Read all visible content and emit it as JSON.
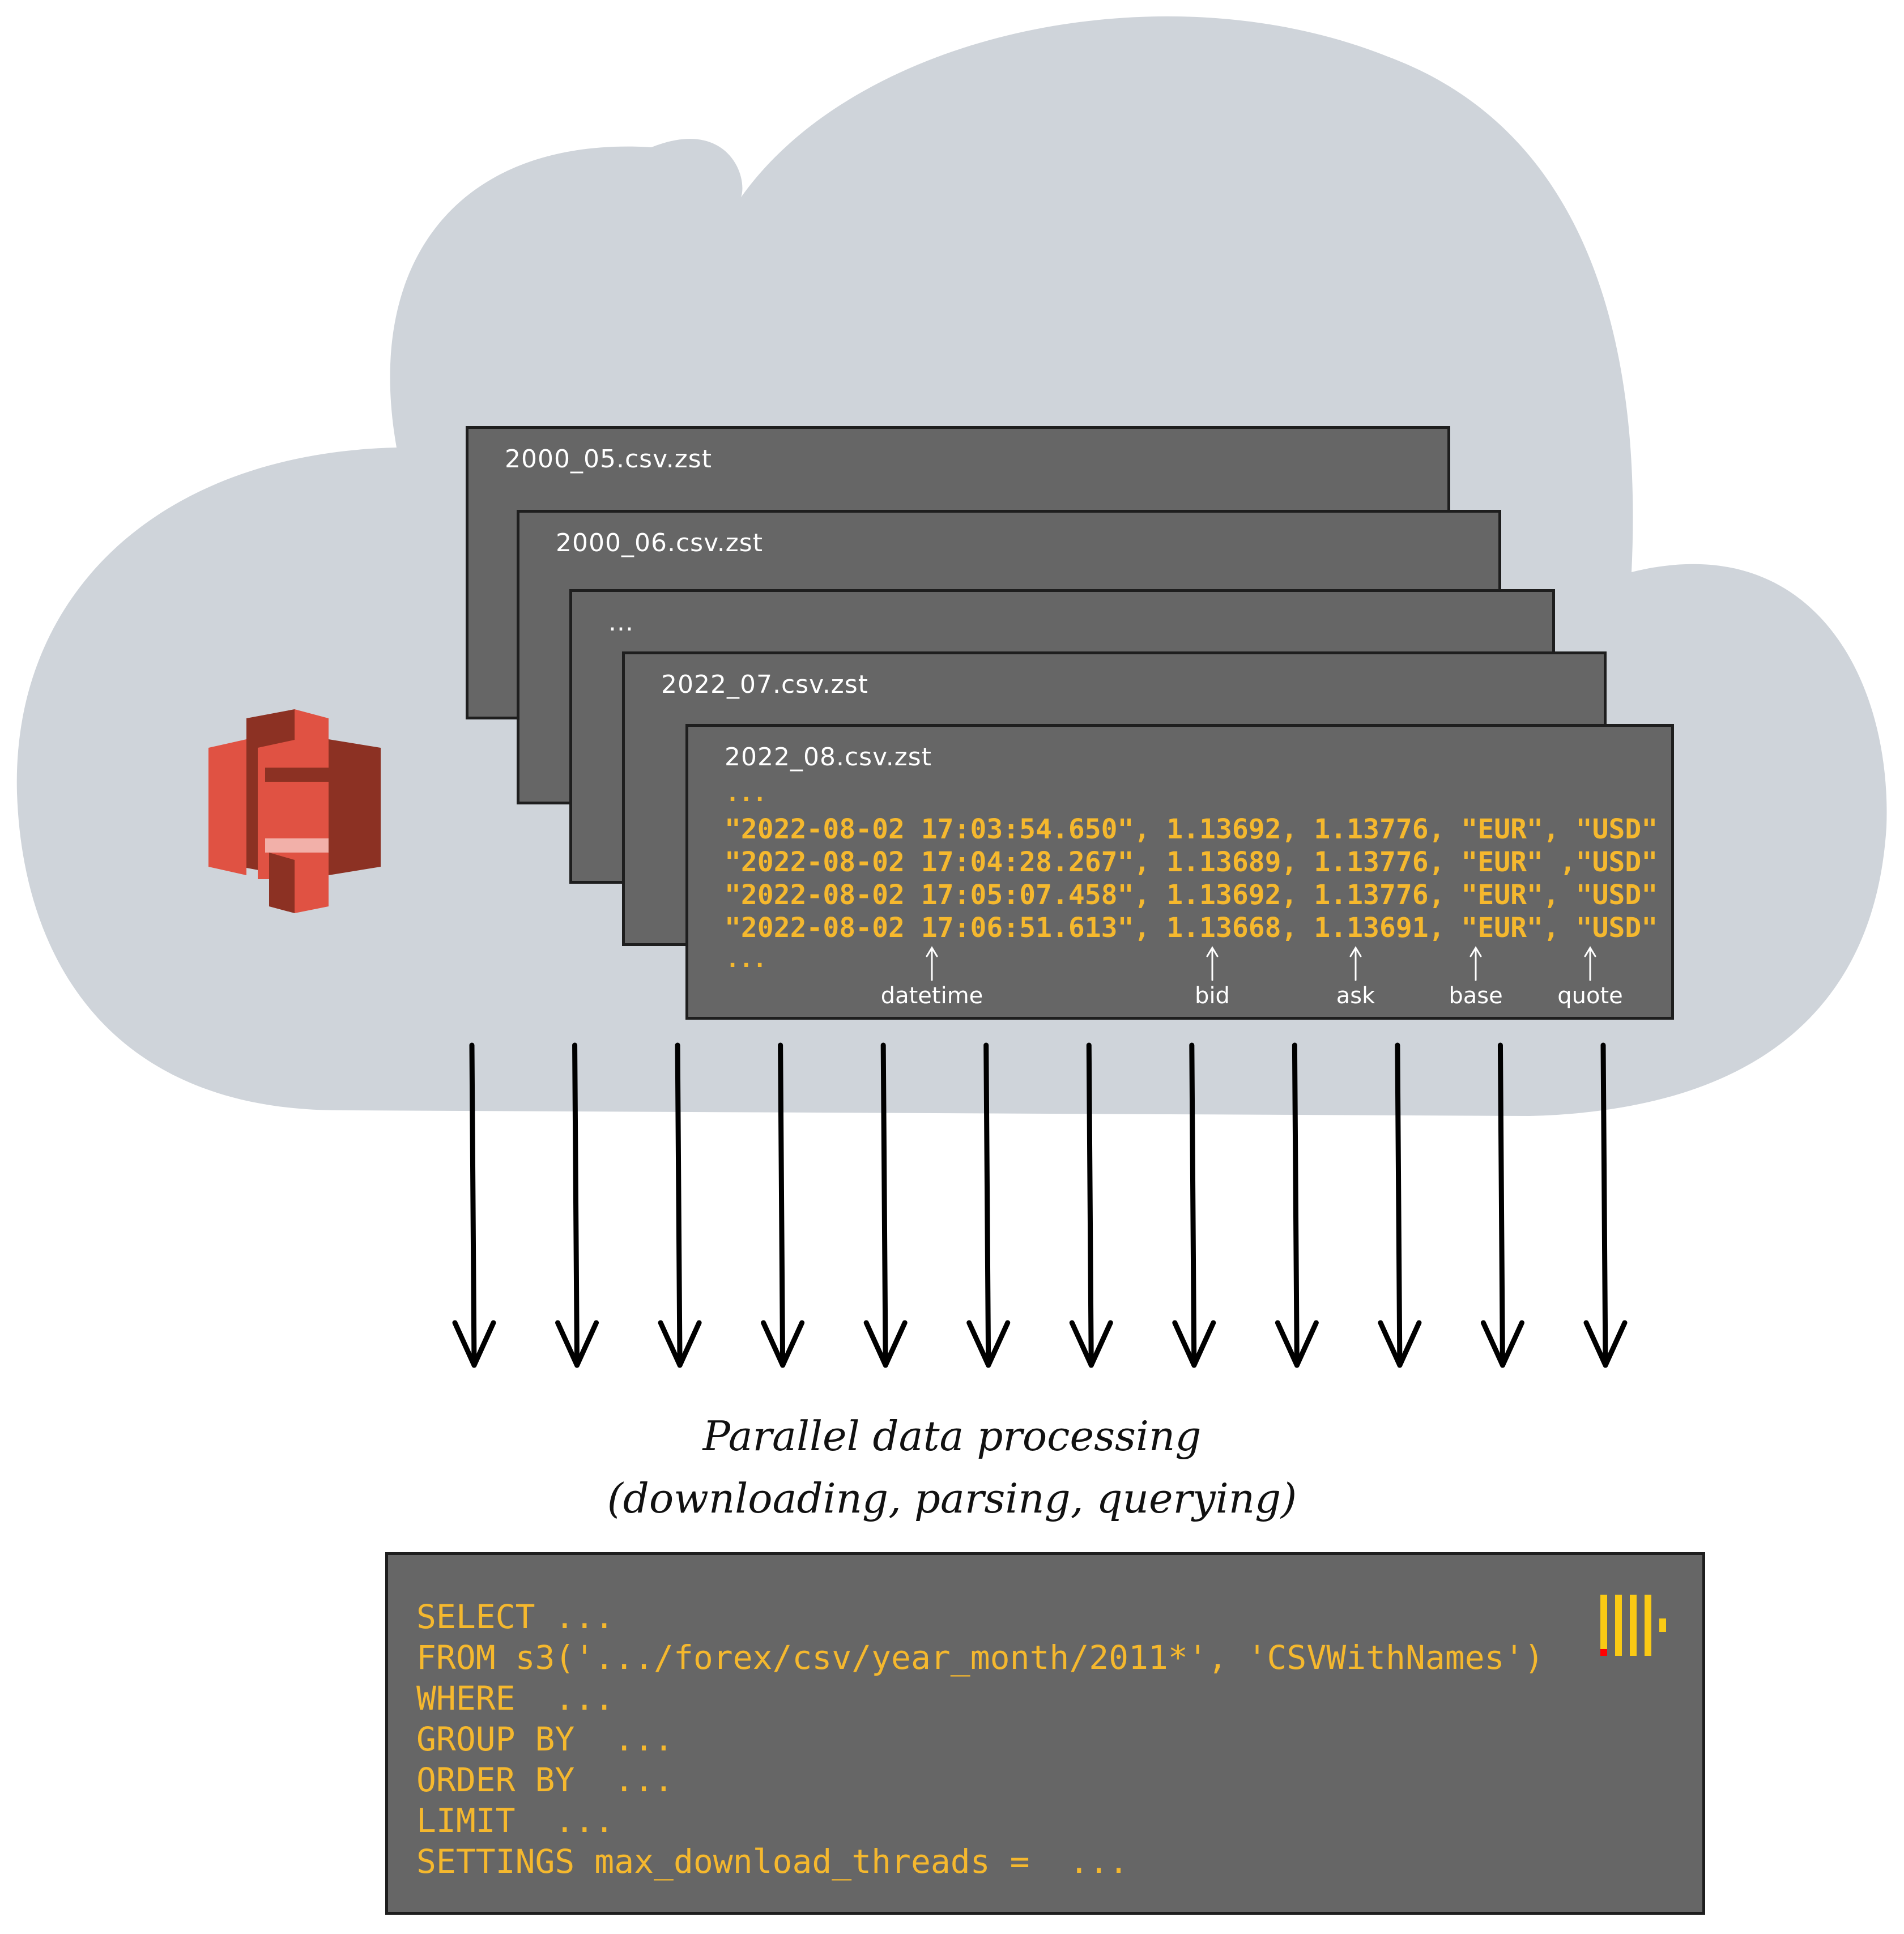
{
  "files": [
    {
      "name": "2000_05.csv.zst"
    },
    {
      "name": "2000_06.csv.zst"
    },
    {
      "name": "..."
    },
    {
      "name": "2022_07.csv.zst"
    },
    {
      "name": "2022_08.csv.zst"
    }
  ],
  "front_file": {
    "leading_dots": "...",
    "rows": [
      "\"2022-08-02 17:03:54.650\", 1.13692, 1.13776, \"EUR\", \"USD\"",
      "\"2022-08-02 17:04:28.267\", 1.13689, 1.13776, \"EUR\" ,\"USD\"",
      "\"2022-08-02 17:05:07.458\", 1.13692, 1.13776, \"EUR\", \"USD\"",
      "\"2022-08-02 17:06:51.613\", 1.13668, 1.13691, \"EUR\", \"USD\""
    ],
    "trailing_dots": "...",
    "columns": {
      "datetime": "datetime",
      "bid": "bid",
      "ask": "ask",
      "base": "base",
      "quote": "quote"
    }
  },
  "arrow_count": 12,
  "caption": {
    "line1": "Parallel data processing",
    "line2": "(downloading, parsing, querying)"
  },
  "query": {
    "select": "SELECT ...",
    "from": "FROM s3('.../forex/csv/year_month/2011*', 'CSVWithNames')",
    "where": "WHERE  ...",
    "group_by": "GROUP BY  ...",
    "order_by": "ORDER BY  ...",
    "limit": "LIMIT  ...",
    "settings": "SETTINGS max_download_threads =  ..."
  },
  "colors": {
    "cloud": "#cfd4da",
    "card": "#666666",
    "code": "#f5b82e",
    "s3_light": "#e05243",
    "s3_dark": "#8c3123",
    "logo_yellow": "#faca14",
    "logo_red": "#ff0000"
  },
  "icons": {
    "storage": "amazon-s3-icon",
    "engine": "clickhouse-logo-icon"
  }
}
